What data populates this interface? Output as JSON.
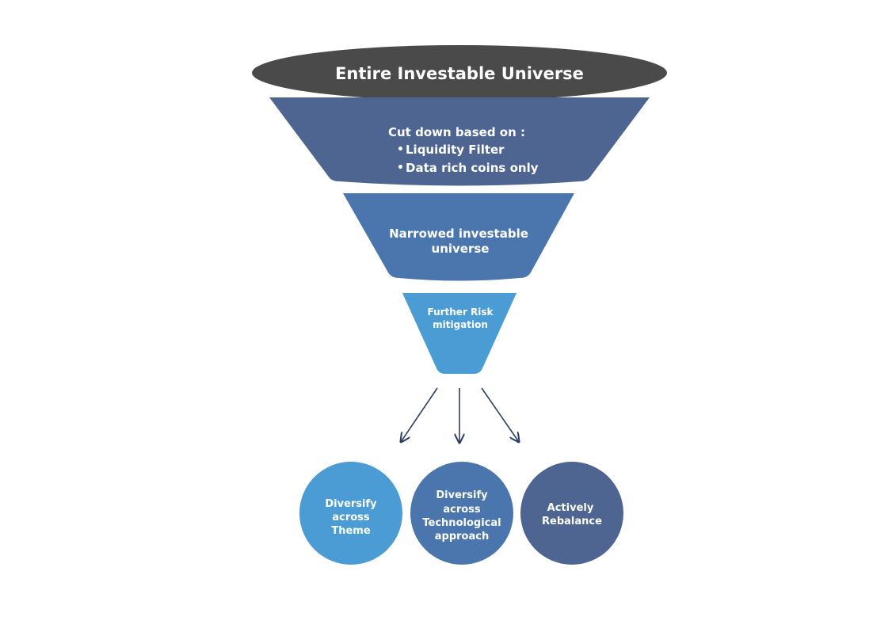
{
  "funnel": {
    "top": {
      "label": "Entire Investable Universe"
    },
    "stage1": {
      "heading": "Cut down based on :",
      "bullets": [
        "Liquidity Filter",
        "Data rich coins only"
      ]
    },
    "stage2": {
      "line1": "Narrowed investable",
      "line2": "universe"
    },
    "stage3": {
      "line1": "Further Risk",
      "line2": "mitigation"
    }
  },
  "outcomes": [
    {
      "lines": [
        "Diversify",
        "across",
        "Theme"
      ]
    },
    {
      "lines": [
        "Diversify",
        "across",
        "Technological",
        "approach"
      ]
    },
    {
      "lines": [
        "Actively",
        "Rebalance"
      ]
    }
  ],
  "colors": {
    "top": "#4a4a4a",
    "stage1": "#4e6592",
    "stage2": "#4b76ad",
    "stage3": "#4b9bd5",
    "arrow": "#2c3e63",
    "outcome1": "#4b9bd5",
    "outcome2": "#4b76ad",
    "outcome3": "#4e6592"
  }
}
